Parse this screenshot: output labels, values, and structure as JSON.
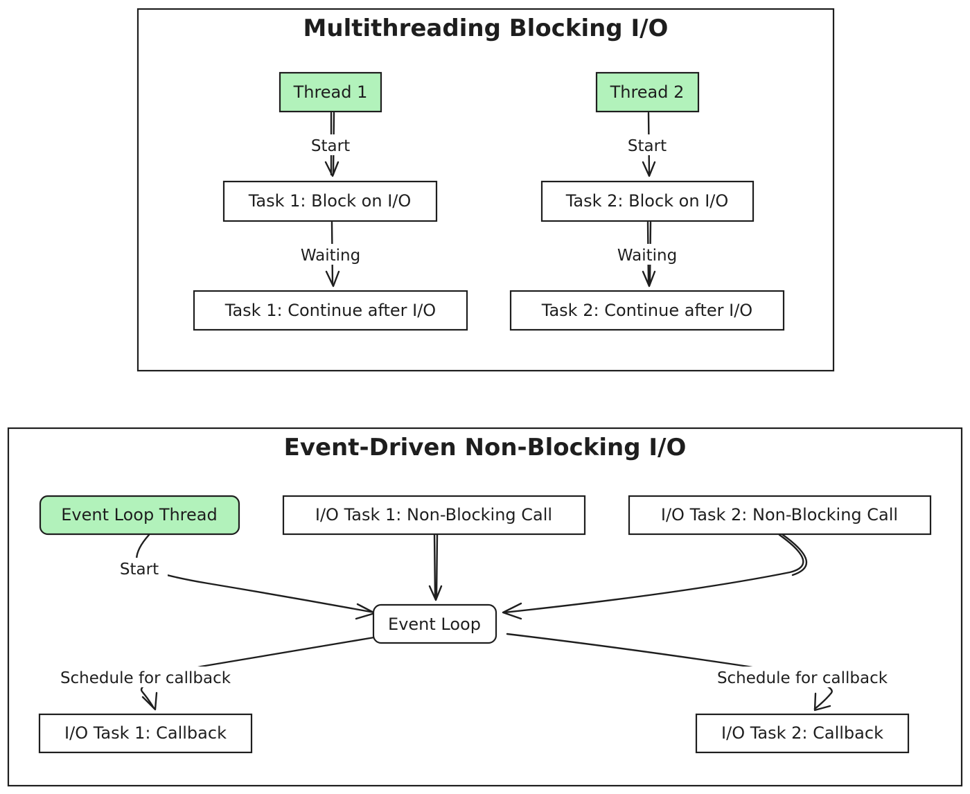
{
  "colors": {
    "thread_fill": "#b2f2bb",
    "stroke": "#1e1e1e",
    "background": "#ffffff"
  },
  "multithreading": {
    "title": "Multithreading Blocking I/O",
    "thread1": "Thread 1",
    "thread2": "Thread 2",
    "task1_block": "Task 1: Block on I/O",
    "task2_block": "Task 2: Block on I/O",
    "task1_continue": "Task 1: Continue after I/O",
    "task2_continue": "Task 2: Continue after I/O",
    "edge_start": "Start",
    "edge_waiting": "Waiting"
  },
  "event_driven": {
    "title": "Event-Driven Non-Blocking I/O",
    "event_loop_thread": "Event Loop Thread",
    "io_task1_call": "I/O Task 1: Non-Blocking Call",
    "io_task2_call": "I/O Task 2: Non-Blocking Call",
    "event_loop": "Event Loop",
    "io_task1_callback": "I/O Task 1: Callback",
    "io_task2_callback": "I/O Task 2: Callback",
    "edge_start": "Start",
    "edge_schedule": "Schedule for callback"
  }
}
